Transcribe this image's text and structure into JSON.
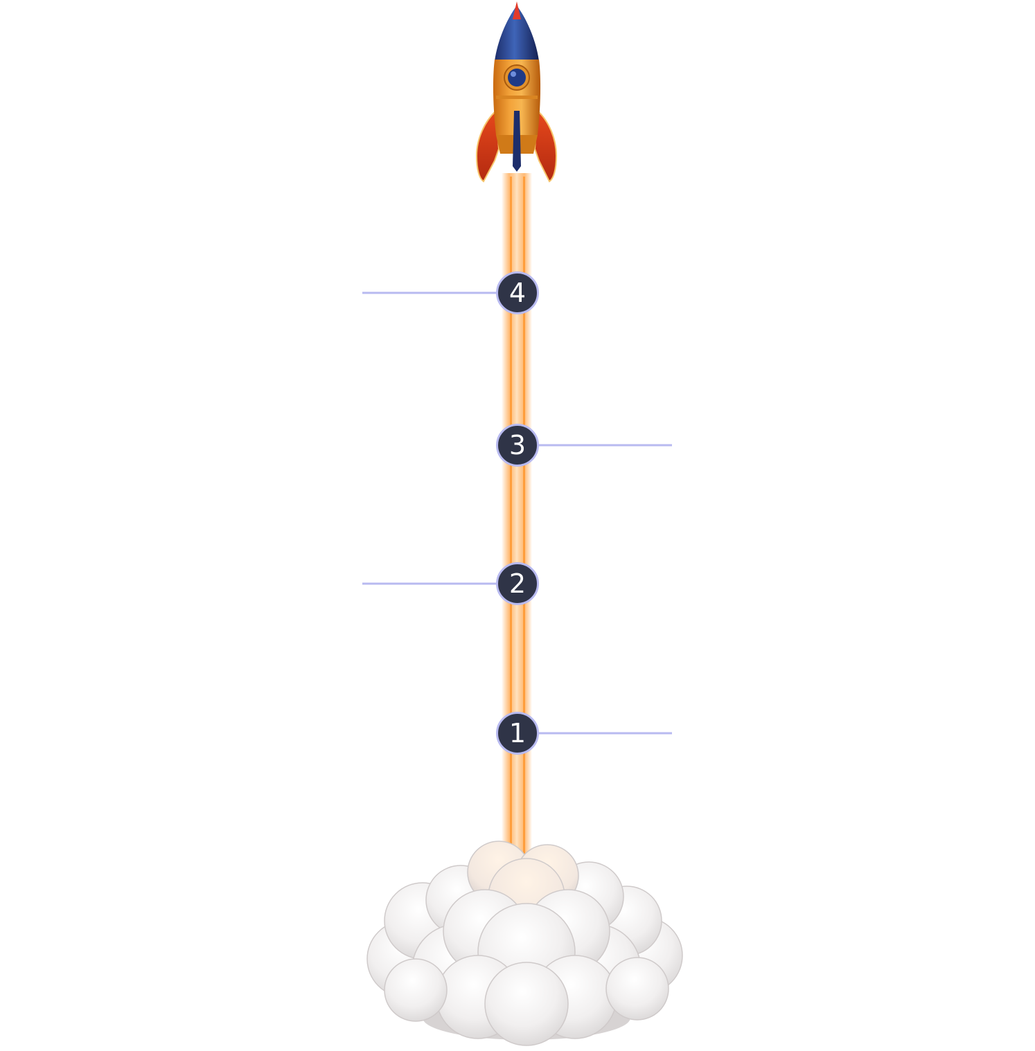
{
  "colors": {
    "connector": "#b8baf0",
    "badge_fill": "#2f3447",
    "badge_text": "#ffffff",
    "trail_core": "#ffe7c8",
    "trail_glow": "#ff9d3a"
  },
  "steps": [
    {
      "label": "4",
      "side": "left"
    },
    {
      "label": "3",
      "side": "right"
    },
    {
      "label": "2",
      "side": "left"
    },
    {
      "label": "1",
      "side": "right"
    }
  ],
  "icons": {
    "top": "rocket-icon",
    "bottom": "cloud-icon"
  }
}
